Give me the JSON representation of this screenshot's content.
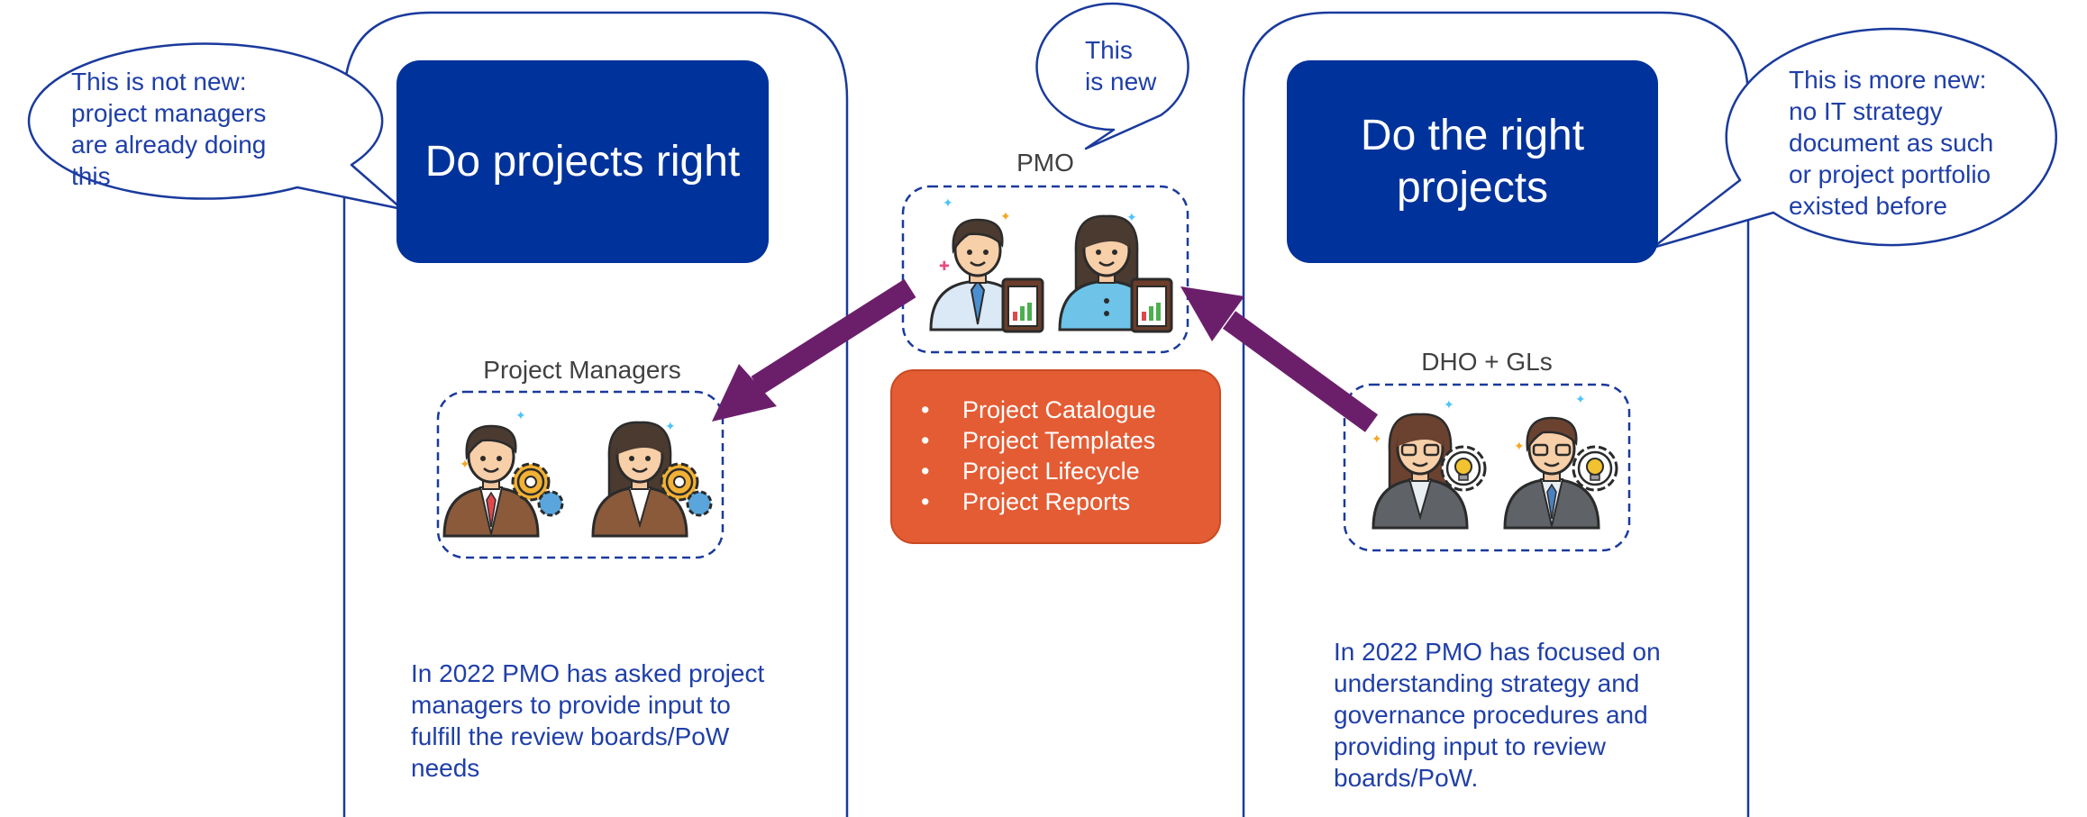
{
  "left_panel": {
    "heading": "Do projects right",
    "note": "In 2022 PMO has asked project\nmanagers to provide input to\nfulfill the review boards/PoW\nneeds"
  },
  "right_panel": {
    "heading": "Do the right\nprojects",
    "note": "In 2022 PMO has focused on\nunderstanding strategy and\ngovernance procedures and\nproviding input to review\nboards/PoW."
  },
  "callouts": {
    "left": "This is not new:\nproject managers\nare already doing\nthis",
    "center": "This\nis new",
    "right": "This is more new:\nno IT strategy\ndocument as such\nor project portfolio\nexisted before"
  },
  "groups": {
    "pmo": {
      "label": "PMO",
      "icons": [
        "male-analyst-icon",
        "female-analyst-icon"
      ]
    },
    "project_managers": {
      "label": "Project Managers",
      "icons": [
        "male-manager-gears-icon",
        "female-manager-gears-icon"
      ]
    },
    "dho_gls": {
      "label": "DHO + GLs",
      "icons": [
        "female-strategist-idea-icon",
        "male-strategist-idea-icon"
      ]
    }
  },
  "pmo_deliverables": {
    "bullet": "•",
    "items": [
      "Project Catalogue",
      "Project Templates",
      "Project Lifecycle",
      "Project Reports"
    ]
  },
  "colors": {
    "heading_bg": "#00329b",
    "text_blue": "#1f3fa8",
    "frame_blue": "#1a3a9c",
    "deliverables_bg": "#e45c34",
    "arrow_purple": "#6b1f6b"
  }
}
